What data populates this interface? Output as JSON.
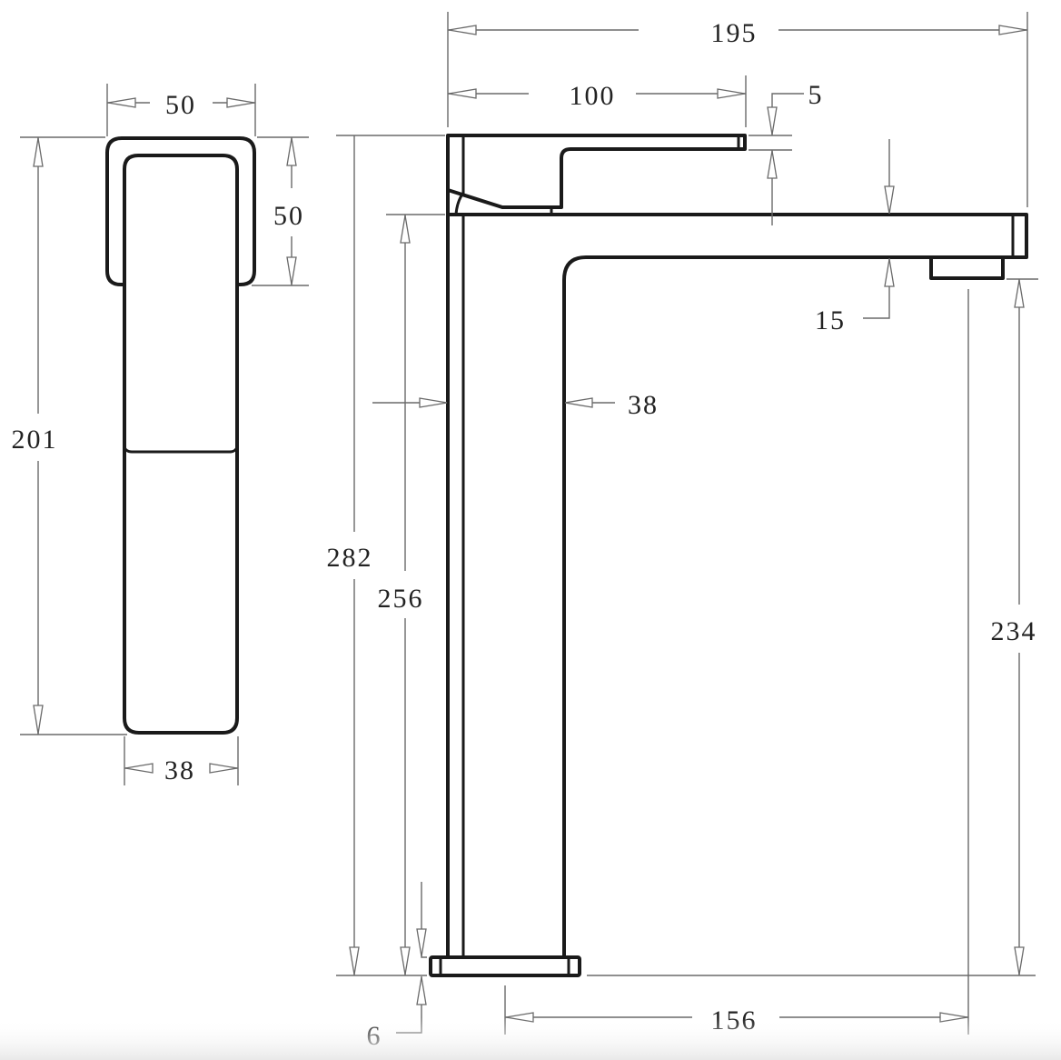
{
  "drawing": {
    "subject": "Basin mixer tap technical drawing",
    "units": "mm",
    "line_color": "#1a1a1a",
    "dimension_color": "#6a6a6a",
    "background": "#ffffff"
  },
  "side_view": {
    "label": "Front/side view of tap body",
    "dimensions": {
      "top_width": "50",
      "handle_height": "50",
      "total_height": "201",
      "base_width": "38"
    }
  },
  "profile_view": {
    "label": "Profile view of tap",
    "dimensions": {
      "overall_reach": "195",
      "handle_length": "100",
      "handle_thickness": "5",
      "spout_thickness": "15",
      "body_width": "38",
      "overall_height": "282",
      "body_height": "256",
      "spout_outlet_height": "234",
      "base_thickness": "6",
      "outlet_projection": "156"
    }
  }
}
